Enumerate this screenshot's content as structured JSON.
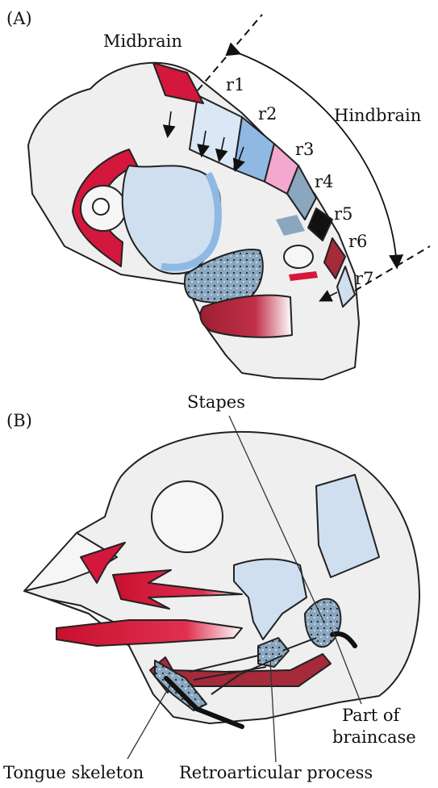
{
  "panel_a": {
    "panel_label": "(A)",
    "midbrain_label": "Midbrain",
    "hindbrain_label": "Hindbrain",
    "rhombomeres": [
      "r1",
      "r2",
      "r3",
      "r4",
      "r5",
      "r6",
      "r7"
    ]
  },
  "panel_b": {
    "panel_label": "(B)",
    "labels": {
      "stapes": "Stapes",
      "braincase_line1": "Part of",
      "braincase_line2": "braincase",
      "tongue_skeleton": "Tongue skeleton",
      "retroarticular": "Retroarticular process"
    }
  },
  "colors": {
    "outline": "#222222",
    "tissue": "#efefef",
    "pale_blue": "#cfdff0",
    "mid_blue": "#8fb8e3",
    "steel_blue": "#8aa7bf",
    "pink": "#f4a8cf",
    "black": "#111111",
    "red": "#d4173c",
    "dark_red": "#a52a3a"
  }
}
